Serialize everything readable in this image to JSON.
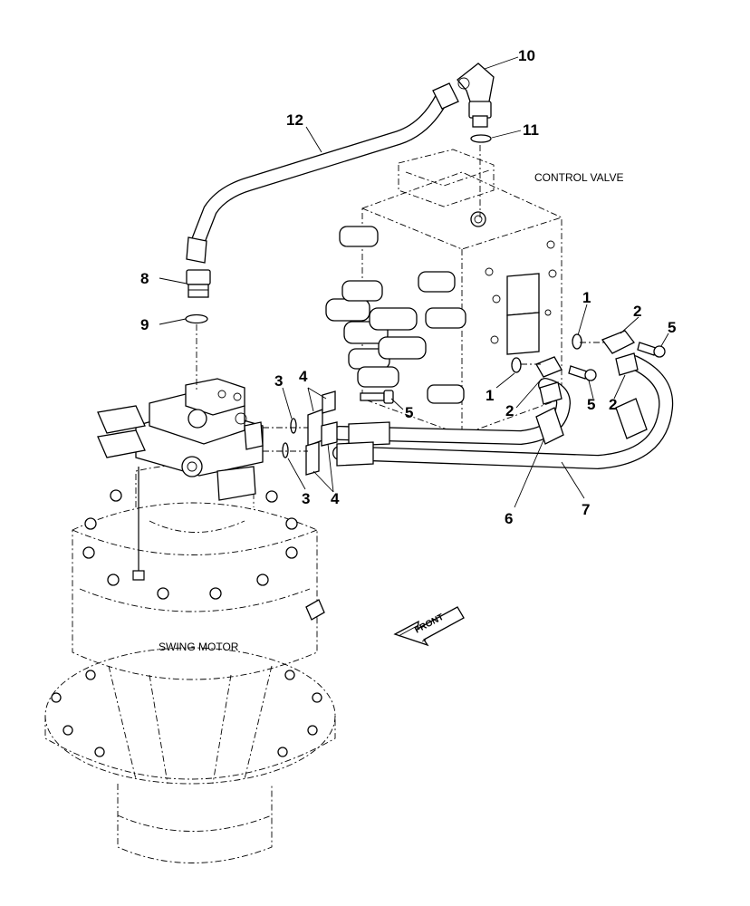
{
  "labels": {
    "l1a": "1",
    "l1b": "1",
    "l2a": "2",
    "l2b": "2",
    "l2c": "2",
    "l3a": "3",
    "l3b": "3",
    "l4a": "4",
    "l4b": "4",
    "l5a": "5",
    "l5b": "5",
    "l5c": "5",
    "l6": "6",
    "l7": "7",
    "l8": "8",
    "l9": "9",
    "l10": "10",
    "l11": "11",
    "l12": "12"
  },
  "captions": {
    "control_valve": "CONTROL VALVE",
    "swing_motor": "SWING MOTOR",
    "front": "FRONT"
  }
}
